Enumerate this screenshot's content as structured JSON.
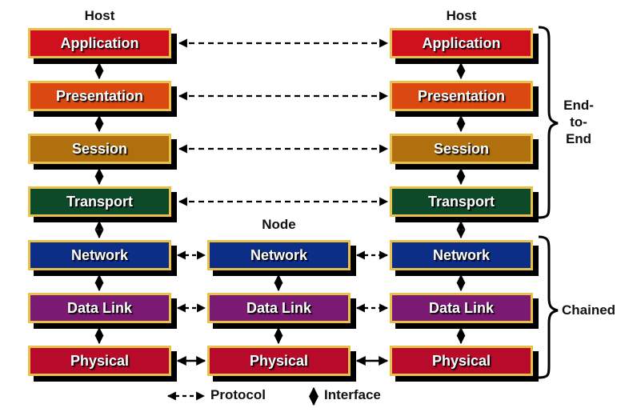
{
  "columns": {
    "left": {
      "title": "Host"
    },
    "middle": {
      "title": "Node"
    },
    "right": {
      "title": "Host"
    }
  },
  "layers": [
    {
      "name": "Application",
      "color": "#d0101c"
    },
    {
      "name": "Presentation",
      "color": "#dc4812"
    },
    {
      "name": "Session",
      "color": "#b0700e"
    },
    {
      "name": "Transport",
      "color": "#0d4a2a"
    },
    {
      "name": "Network",
      "color": "#0d2e86"
    },
    {
      "name": "Data Link",
      "color": "#7a1a72"
    },
    {
      "name": "Physical",
      "color": "#b80a2a"
    }
  ],
  "node_layers": [
    "Network",
    "Data Link",
    "Physical"
  ],
  "brackets": {
    "upper": {
      "label_lines": [
        "End-",
        "to-",
        "End"
      ]
    },
    "lower": {
      "label": "Chained"
    }
  },
  "legend": {
    "protocol_label": "Protocol",
    "interface_label": "Interface"
  }
}
